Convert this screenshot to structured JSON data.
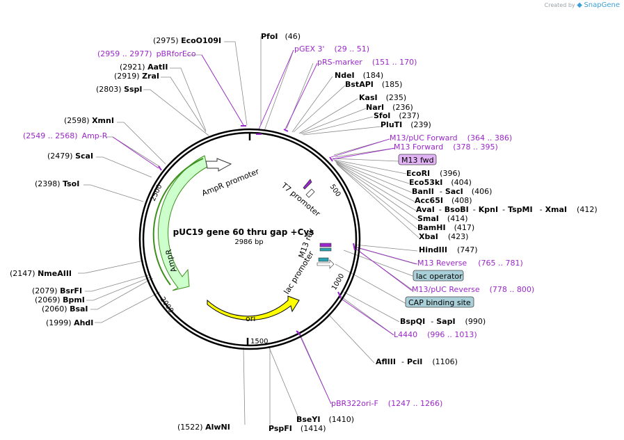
{
  "credit": {
    "prefix": "Created by",
    "brand": "SnapGene"
  },
  "plasmid": {
    "name": "pUC19 gene 60 thru gap +Cys",
    "length": "2986 bp"
  },
  "ticks": [
    "500",
    "1000",
    "1500",
    "2000",
    "2500"
  ],
  "features": {
    "ampr_promoter": "AmpR promoter",
    "ampr": "AmpR",
    "ori": "ori",
    "t7_promoter": "T7 promoter",
    "m13_rev": "M13 rev",
    "lac_promoter": "lac promoter"
  },
  "boxed": {
    "m13_fwd": "M13 fwd",
    "lac_operator": "lac operator",
    "cap_site": "CAP binding site"
  },
  "labels": {
    "ecoo109i": {
      "name": "EcoO109I",
      "pos": "(2975)"
    },
    "pfoi": {
      "name": "PfoI",
      "pos": "(46)"
    },
    "pbrforeco": {
      "name": "pBRforEco",
      "range": "(2959 .. 2977)"
    },
    "pgex3": {
      "name": "pGEX 3'",
      "range": "(29 .. 51)"
    },
    "prsmarker": {
      "name": "pRS-marker",
      "range": "(151 .. 170)"
    },
    "aatii": {
      "name": "AatII",
      "pos": "(2921)"
    },
    "zrai": {
      "name": "ZraI",
      "pos": "(2919)"
    },
    "ndei": {
      "name": "NdeI",
      "pos": "(184)"
    },
    "bstapi": {
      "name": "BstAPI",
      "pos": "(185)"
    },
    "sspi": {
      "name": "SspI",
      "pos": "(2803)"
    },
    "kasi": {
      "name": "KasI",
      "pos": "(235)"
    },
    "nari": {
      "name": "NarI",
      "pos": "(236)"
    },
    "sfoi": {
      "name": "SfoI",
      "pos": "(237)"
    },
    "pluti": {
      "name": "PluTI",
      "pos": "(239)"
    },
    "xmni": {
      "name": "XmnI",
      "pos": "(2598)"
    },
    "m13puc_fwd": {
      "name": "M13/pUC Forward",
      "range": "(364 .. 386)"
    },
    "ampr_primer": {
      "name": "Amp-R",
      "range": "(2549 .. 2568)"
    },
    "m13_forward": {
      "name": "M13 Forward",
      "range": "(378 .. 395)"
    },
    "scai": {
      "name": "ScaI",
      "pos": "(2479)"
    },
    "ecori": {
      "name": "EcoRI",
      "pos": "(396)"
    },
    "eco53ki": {
      "name": "Eco53kI",
      "pos": "(404)"
    },
    "tsoi": {
      "name": "TsoI",
      "pos": "(2398)"
    },
    "banii": {
      "name": "BanII",
      "sep": "-",
      "name2": "SacI",
      "pos": "(406)"
    },
    "acc65i": {
      "name": "Acc65I",
      "pos": "(408)"
    },
    "avai": {
      "name": "AvaI",
      "name2": "BsoBI",
      "name3": "KpnI",
      "name4": "TspMI",
      "name5": "XmaI",
      "sep": "-",
      "pos": "(412)"
    },
    "smai": {
      "name": "SmaI",
      "pos": "(414)"
    },
    "bamhi": {
      "name": "BamHI",
      "pos": "(417)"
    },
    "xbai": {
      "name": "XbaI",
      "pos": "(423)"
    },
    "hindiii": {
      "name": "HindIII",
      "pos": "(747)"
    },
    "m13_reverse": {
      "name": "M13 Reverse",
      "range": "(765 .. 781)"
    },
    "nmeaiii": {
      "name": "NmeAIII",
      "pos": "(2147)"
    },
    "m13puc_rev": {
      "name": "M13/pUC Reverse",
      "range": "(778 .. 800)"
    },
    "bsrfi": {
      "name": "BsrFI",
      "pos": "(2079)"
    },
    "bpmi": {
      "name": "BpmI",
      "pos": "(2069)"
    },
    "bsai": {
      "name": "BsaI",
      "pos": "(2060)"
    },
    "bspqi": {
      "name": "BspQI",
      "sep": "-",
      "name2": "SapI",
      "pos": "(990)"
    },
    "ahdi": {
      "name": "AhdI",
      "pos": "(1999)"
    },
    "l4440": {
      "name": "L4440",
      "range": "(996 .. 1013)"
    },
    "afliii": {
      "name": "AflIII",
      "sep": "-",
      "name2": "PciI",
      "pos": "(1106)"
    },
    "pbr322ori": {
      "name": "pBR322ori-F",
      "range": "(1247 .. 1266)"
    },
    "bseyi": {
      "name": "BseYI",
      "pos": "(1410)"
    },
    "alwni": {
      "name": "AlwNI",
      "pos": "(1522)"
    },
    "pspfi": {
      "name": "PspFI",
      "pos": "(1414)"
    }
  },
  "colors": {
    "enzyme": "#000000",
    "primer": "#9a27c9",
    "leader": "#888888",
    "ampr_fill": "#ccffcc",
    "ampr_stroke": "#3d8f1c",
    "ori_fill": "#ffff00",
    "box_fill_purple": "#e2b3f5",
    "box_fill_teal": "#a9cfd8",
    "backbone": "#000000"
  }
}
